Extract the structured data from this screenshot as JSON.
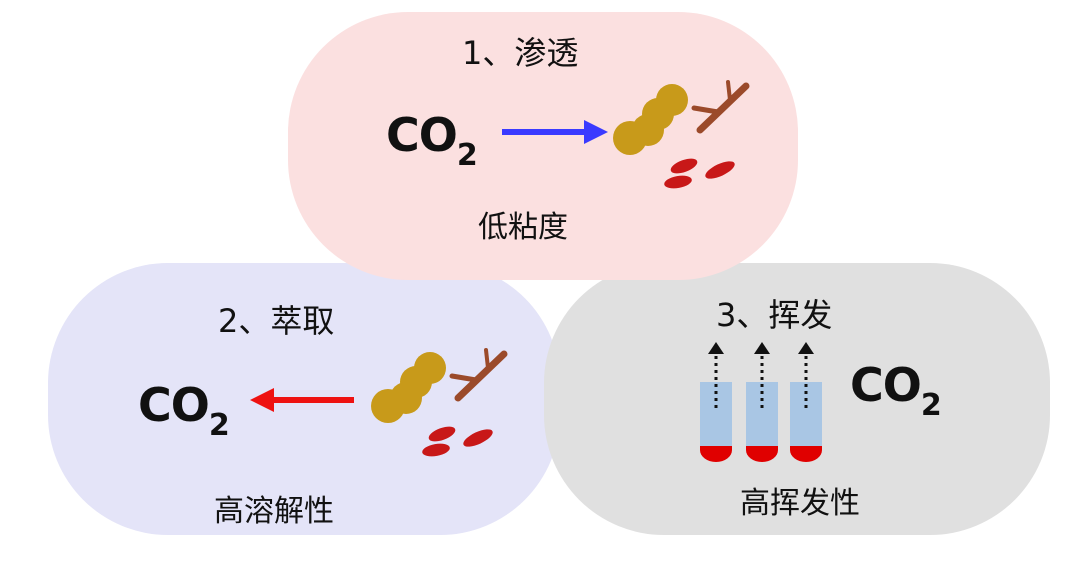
{
  "panels": {
    "top": {
      "title": "1、渗透",
      "co2": "CO",
      "sub": "2",
      "property": "低粘度",
      "arrow_color": "#3a3aff"
    },
    "left": {
      "title": "2、萃取",
      "co2": "CO",
      "sub": "2",
      "property": "高溶解性",
      "arrow_color": "#ee1111"
    },
    "right": {
      "title": "3、挥发",
      "co2": "CO",
      "sub": "2",
      "property": "高挥发性"
    }
  },
  "colors": {
    "top_bg": "#fbe0e0",
    "left_bg": "#e4e4f8",
    "right_bg": "#e0e0e0",
    "seed": "#c89a1a",
    "stick": "#9b4a2a",
    "petal": "#c81818",
    "tube": "#a9c6e4",
    "tube_bottom": "#e00000"
  }
}
